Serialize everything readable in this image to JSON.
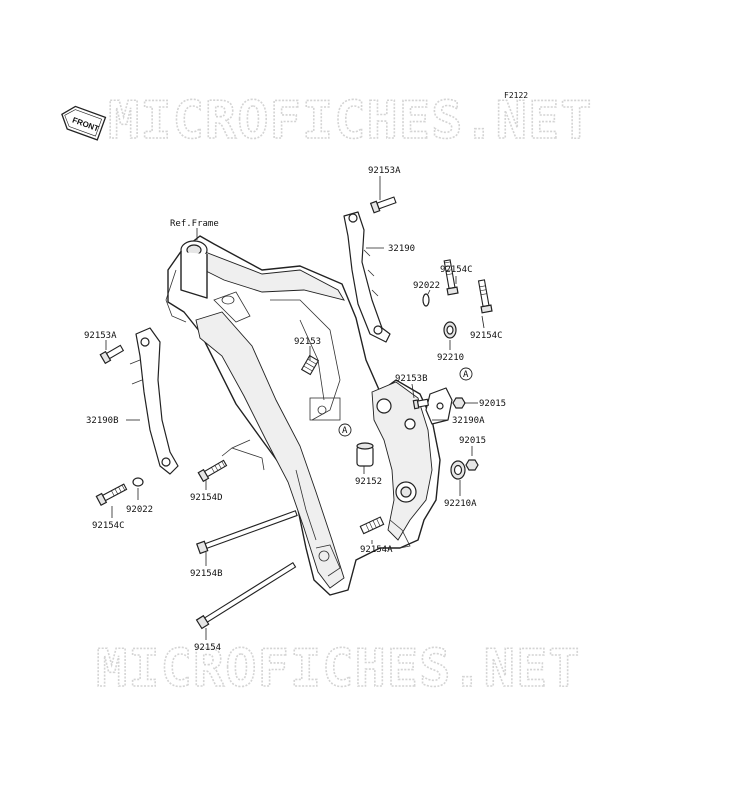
{
  "figure_code": "F2122",
  "front_badge": "FRONT",
  "watermarks": {
    "top": "MICROFICHES.NET",
    "bottom": "MICROFICHES.NET"
  },
  "labels": {
    "ref_frame": "Ref.Frame",
    "p92153A_top": "92153A",
    "p32190": "32190",
    "p92154C_top": "92154C",
    "p92022_right": "92022",
    "p92154C_right": "92154C",
    "p92210": "92210",
    "p92153A_left": "92153A",
    "p92153": "92153",
    "p92153B": "92153B",
    "marker_a_right": "A",
    "p92015_upper": "92015",
    "p32190A": "32190A",
    "p32190B": "32190B",
    "marker_a_center": "A",
    "p92015_lower": "92015",
    "p92152": "92152",
    "p92210A": "92210A",
    "p92154D": "92154D",
    "p92022_left": "92022",
    "p92154C_left": "92154C",
    "p92154A": "92154A",
    "p92154B": "92154B",
    "p92154": "92154"
  }
}
